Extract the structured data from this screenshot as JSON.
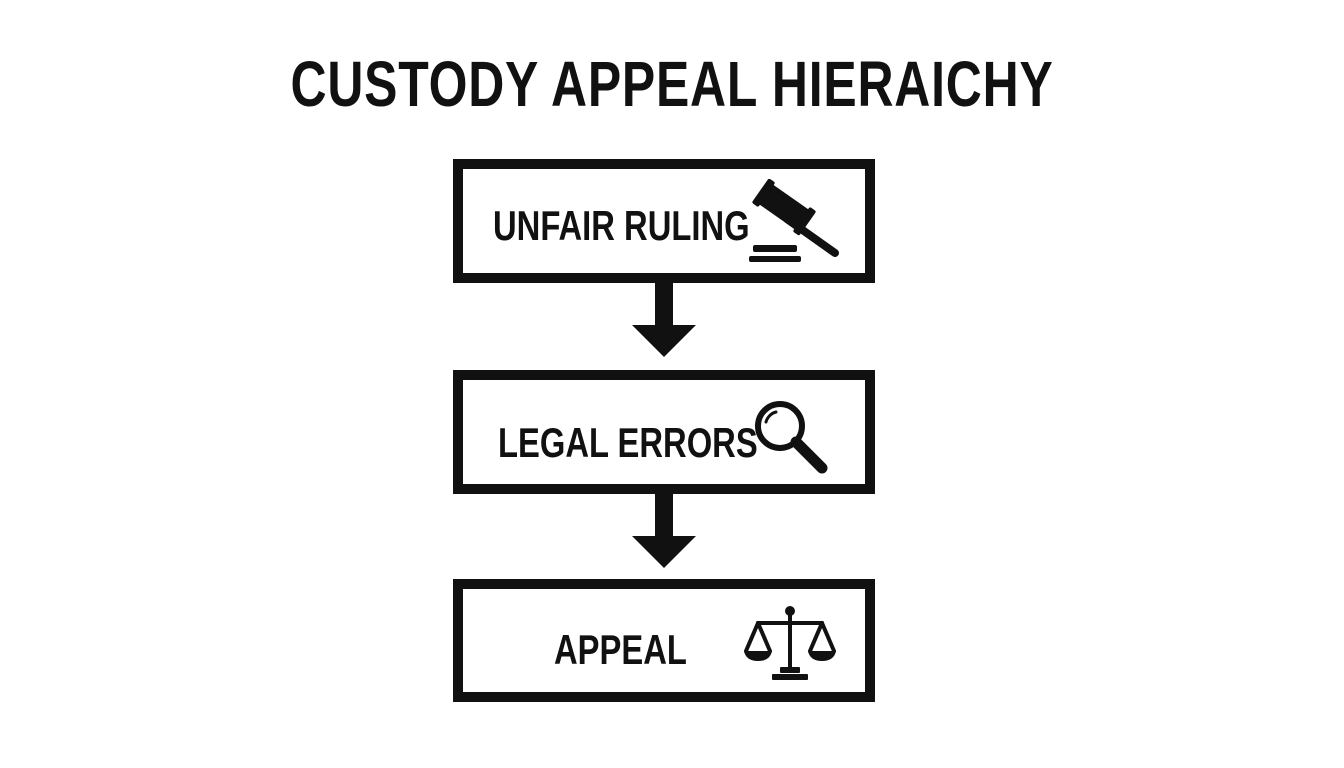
{
  "title": "CUSTODY APPEAL HIERAICHY",
  "steps": [
    {
      "label": "UNFAIR RULING",
      "icon": "gavel-icon"
    },
    {
      "label": "LEGAL ERRORS",
      "icon": "magnifying-glass-icon"
    },
    {
      "label": "APPEAL",
      "icon": "scales-of-justice-icon"
    }
  ],
  "colors": {
    "ink": "#111111",
    "background": "#ffffff"
  }
}
